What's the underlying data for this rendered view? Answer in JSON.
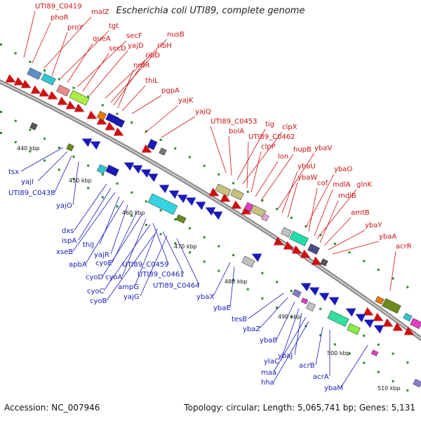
{
  "title": "Escherichia coli UTI89, complete genome",
  "footer": {
    "accession": "Accession: NC_007946",
    "topology": "Topology: circular; Length: 5,065,741 bp; Genes: 5,131"
  },
  "kbp_ticks": [
    "440 kbp",
    "450 kbp",
    "460 kbp",
    "470 kbp",
    "480 kbp",
    "490 kbp",
    "500 kbp",
    "510 kbp"
  ],
  "forward_labels": [
    "UTI89_C0419",
    "phoR",
    "malZ",
    "proY",
    "tgt",
    "queA",
    "secF",
    "secD",
    "yajD",
    "nusB",
    "ribH",
    "ribD",
    "nrdR",
    "thiL",
    "pgpA",
    "yajK",
    "yajQ",
    "UTI89_C0453",
    "bolA",
    "tig",
    "clpX",
    "UTI89_C0462",
    "clpP",
    "lon",
    "hupB",
    "ybaV",
    "ybaU",
    "ybaW",
    "ybaO",
    "cof",
    "mdlA",
    "glnK",
    "mdlB",
    "amtB",
    "ybaY",
    "ybaA",
    "acrR"
  ],
  "reverse_labels": [
    "tsx",
    "yajI",
    "UTI89_C0438",
    "yajO",
    "dxs",
    "ispA",
    "xseB",
    "thiJ",
    "apbA",
    "yajR",
    "cyoE",
    "cyoD",
    "cyoA",
    "UTI89_C0459",
    "cyoC",
    "ampG",
    "UTI89_C0461",
    "cyoB",
    "yajG",
    "UTI89_C0464",
    "ybaX",
    "ybaE",
    "tesB",
    "ybaZ",
    "ybaB",
    "ylaC",
    "ybaJ",
    "maa",
    "hha",
    "acrB",
    "acrA",
    "ybaM"
  ],
  "colors": {
    "forward": "#cc1111",
    "reverse": "#1a1ab8",
    "backbone": "#8a8a8a",
    "tick": "#2a8a2a"
  }
}
